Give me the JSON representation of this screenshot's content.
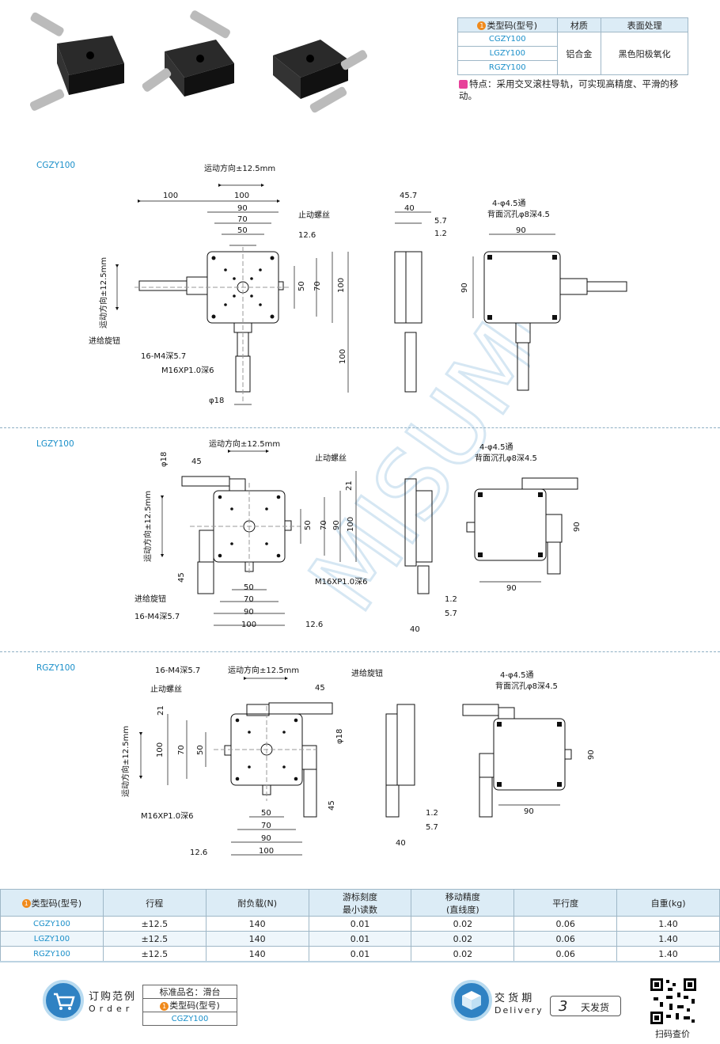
{
  "spec_table": {
    "headers": [
      "类型码(型号)",
      "材质",
      "表面处理"
    ],
    "models": [
      "CGZY100",
      "LGZY100",
      "RGZY100"
    ],
    "material": "铝合金",
    "surface": "黑色阳极氧化"
  },
  "feature": {
    "prefix": "特点：",
    "text": "采用交叉滚柱导轨，可实现高精度、平滑的移动。"
  },
  "sections": {
    "cgzy": {
      "label": "CGZY100",
      "motion": "运动方向±12.5mm",
      "motion_v": "运动方向±12.5mm",
      "stop_screw": "止动螺丝",
      "feed_knob": "进给旋钮",
      "m4": "16-M4深5.7",
      "m16": "M16XP1.0深6",
      "phi18": "φ18",
      "holes": "4-φ4.5通",
      "counterbore": "背面沉孔φ8深4.5",
      "dims": {
        "d100a": "100",
        "d100b": "100",
        "d90": "90",
        "d70": "70",
        "d50": "50",
        "d12_6": "12.6",
        "v50": "50",
        "v70": "70",
        "v100": "100",
        "v100b": "100",
        "side45_7": "45.7",
        "side40": "40",
        "side5_7": "5.7",
        "side1_2": "1.2",
        "r90": "90",
        "r90v": "90"
      }
    },
    "lgzy": {
      "label": "LGZY100",
      "motion": "运动方向±12.5mm",
      "motion_v": "运动方向±12.5mm",
      "stop_screw": "止动螺丝",
      "feed_knob": "进给旋钮",
      "m4": "16-M4深5.7",
      "m16": "M16XP1.0深6",
      "phi18": "φ18",
      "holes": "4-φ4.5通",
      "counterbore": "背面沉孔φ8深4.5",
      "dims": {
        "d45": "45",
        "d21": "21",
        "v50": "50",
        "v70": "70",
        "v90": "90",
        "v100": "100",
        "v45": "45",
        "h50": "50",
        "h70": "70",
        "h90": "90",
        "h100": "100",
        "h12_6": "12.6",
        "s1_2": "1.2",
        "s5_7": "5.7",
        "s40": "40",
        "r90": "90",
        "r90h": "90"
      }
    },
    "rgzy": {
      "label": "RGZY100",
      "motion": "运动方向±12.5mm",
      "motion_v": "运动方向±12.5mm",
      "stop_screw": "止动螺丝",
      "feed_knob": "进给旋钮",
      "m4": "16-M4深5.7",
      "m16": "M16XP1.0深6",
      "phi18": "φ18",
      "holes": "4-φ4.5通",
      "counterbore": "背面沉孔φ8深4.5",
      "dims": {
        "d45": "45",
        "d21": "21",
        "v100": "100",
        "v70": "70",
        "v50": "50",
        "v45": "45",
        "h50": "50",
        "h70": "70",
        "h90": "90",
        "h100": "100",
        "h12_6": "12.6",
        "s1_2": "1.2",
        "s5_7": "5.7",
        "s40": "40",
        "r90": "90",
        "r90v": "90"
      }
    }
  },
  "data_table": {
    "headers": [
      "类型码(型号)",
      "行程",
      "耐负载(N)",
      "游标刻度\n最小读数",
      "移动精度\n(直线度)",
      "平行度",
      "自重(kg)"
    ],
    "rows": [
      [
        "CGZY100",
        "±12.5",
        "140",
        "0.01",
        "0.02",
        "0.06",
        "1.40"
      ],
      [
        "LGZY100",
        "±12.5",
        "140",
        "0.01",
        "0.02",
        "0.06",
        "1.40"
      ],
      [
        "RGZY100",
        "±12.5",
        "140",
        "0.01",
        "0.02",
        "0.06",
        "1.40"
      ]
    ]
  },
  "footer": {
    "order_cn": "订购范例",
    "order_en": "Order",
    "std_name": "标准品名：滑台",
    "type_code": "类型码(型号)",
    "example": "CGZY100",
    "delivery_cn": "交 货 期",
    "delivery_en": "Delivery",
    "days_num": "3",
    "days_text": "天发货",
    "scan": "扫码查价"
  },
  "colors": {
    "accent": "#1a8fc9",
    "header_bg": "#dcecf6",
    "badge": "#f08a1c",
    "feature_badge": "#e7419a"
  }
}
